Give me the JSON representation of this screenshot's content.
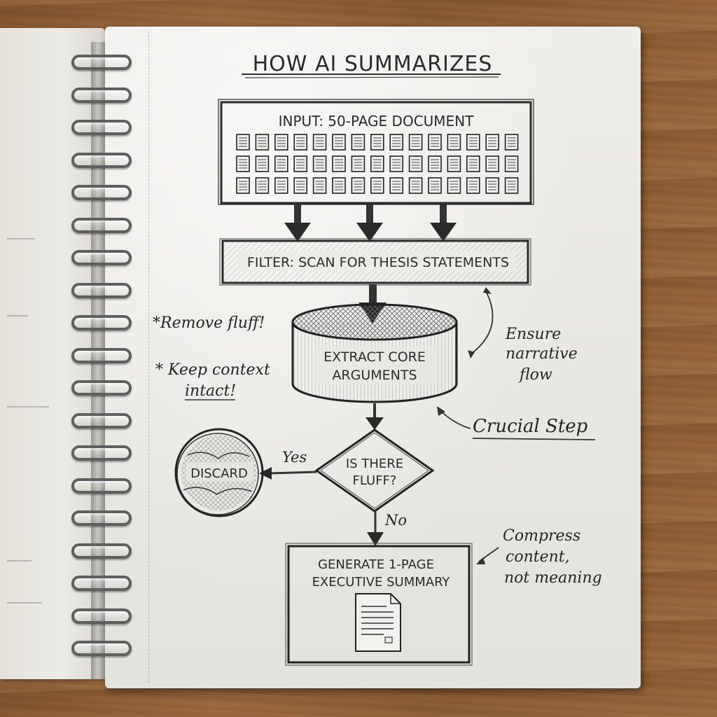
{
  "title": "HOW AI SUMMARIZES",
  "steps": {
    "input": "INPUT: 50-PAGE DOCUMENT",
    "filter": "FILTER: SCAN FOR THESIS STATEMENTS",
    "extract_line1": "EXTRACT CORE",
    "extract_line2": "ARGUMENTS",
    "decision_line1": "IS THERE",
    "decision_line2": "FLUFF?",
    "discard": "DISCARD",
    "generate_line1": "GENERATE 1-PAGE",
    "generate_line2": "EXECUTIVE SUMMARY"
  },
  "branches": {
    "yes": "Yes",
    "no": "No"
  },
  "notes": {
    "remove_fluff": "*Remove fluff!",
    "keep_context_line1": "* Keep context",
    "keep_context_line2": "intact!",
    "ensure_line1": "Ensure",
    "ensure_line2": "narrative",
    "ensure_line3": "flow",
    "crucial": "Crucial Step",
    "compress_line1": "Compress",
    "compress_line2": "content,",
    "compress_line3": "not meaning"
  },
  "icons": {
    "document_grid": "page-icon",
    "summary": "document-icon",
    "discard": "scribbled-circle-icon"
  },
  "colors": {
    "pencil": "#2b2b2b",
    "paper": "#ecebe6",
    "wood": "#9a663b"
  }
}
